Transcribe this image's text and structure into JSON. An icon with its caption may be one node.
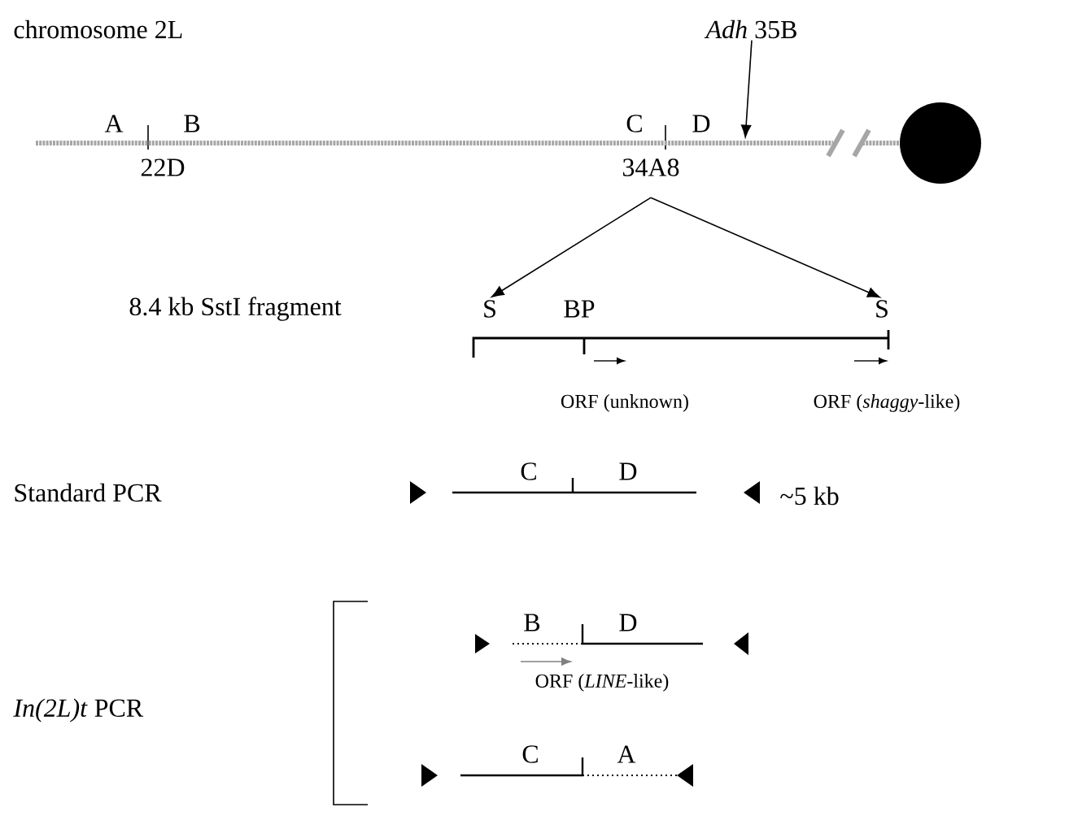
{
  "diagram": {
    "nodes": [
      {
        "text": [
          "34A8"
        ]
      },
      {
        "text": [
          "S"
        ]
      },
      {
        "text": [
          "S"
        ]
      },
      {
        "text": [
          "*Adh* 35B"
        ]
      },
      {
        "text": [],
        "shape": "bar"
      }
    ],
    "edges": [
      {
        "from": 0,
        "to": 1,
        "arrow": "to"
      },
      {
        "from": 0,
        "to": 2,
        "arrow": "to"
      },
      {
        "from": 3,
        "to": 4,
        "arrow": "to"
      }
    ],
    "labels": [
      "chromosome 2L",
      "A",
      "B",
      "22D",
      "C",
      "D",
      "8.4 kb SstI fragment",
      "BP",
      "ORF (unknown)",
      "ORF (*shaggy*-like)",
      "Standard PCR",
      "C",
      "D",
      "~5 kb",
      "*In(2L)t* PCR",
      "B",
      "D",
      "ORF (*LINE*-like)",
      "C",
      "A"
    ]
  }
}
